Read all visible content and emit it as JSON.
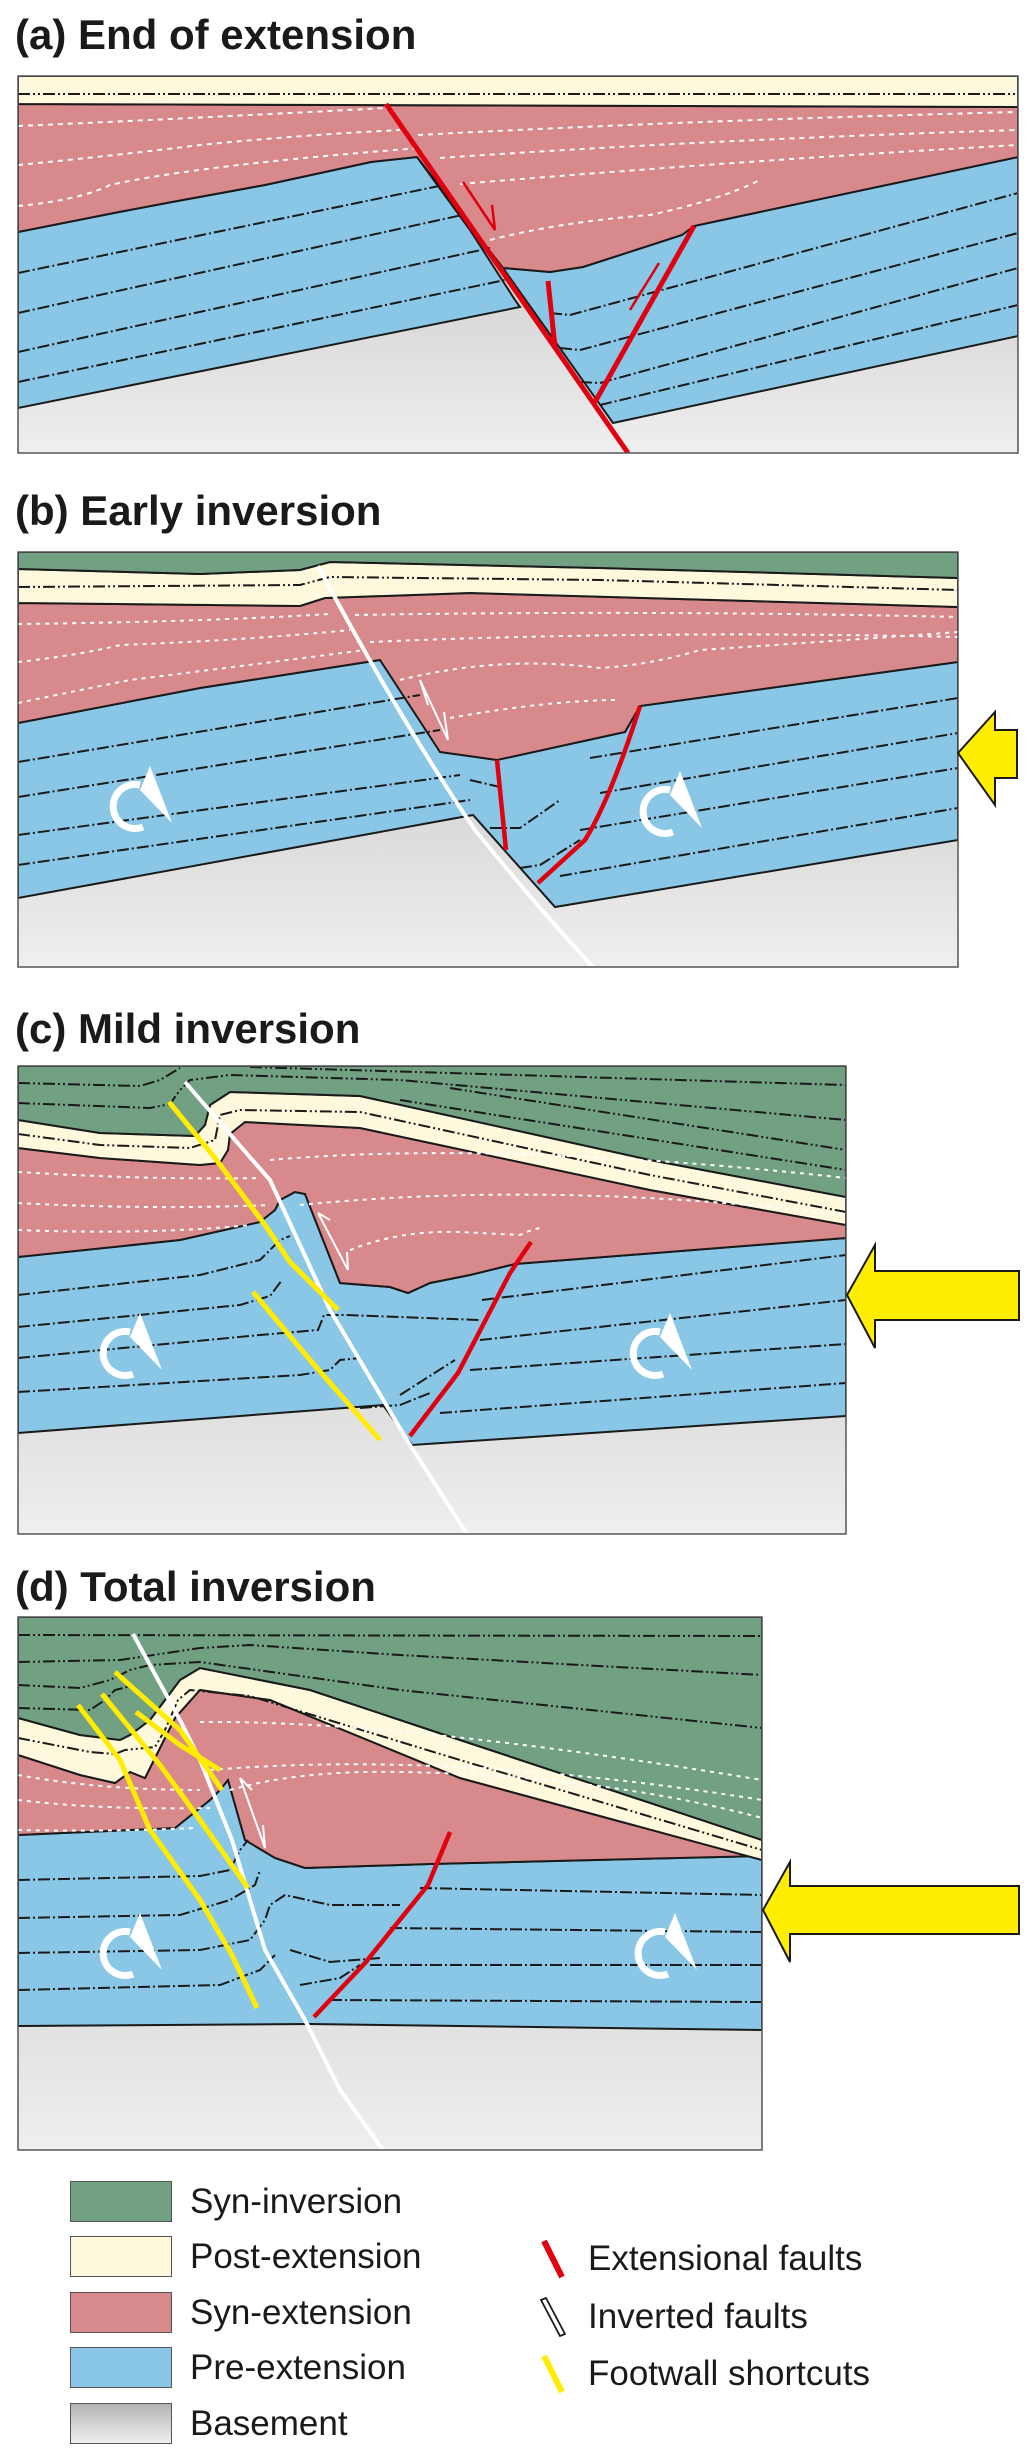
{
  "panels": [
    {
      "id": "a",
      "title": "(a) End of extension",
      "stage": "End of extension",
      "compression_arrow": false
    },
    {
      "id": "b",
      "title": "(b) Early inversion",
      "stage": "Early inversion",
      "compression_arrow": true
    },
    {
      "id": "c",
      "title": "(c) Mild inversion",
      "stage": "Mild inversion",
      "compression_arrow": true
    },
    {
      "id": "d",
      "title": "(d) Total inversion",
      "stage": "Total inversion",
      "compression_arrow": true
    }
  ],
  "legend": {
    "units": [
      {
        "label": "Syn-inversion",
        "color": "#72a083"
      },
      {
        "label": "Post-extension",
        "color": "#fef9dd"
      },
      {
        "label": "Syn-extension",
        "color": "#d8898b"
      },
      {
        "label": "Pre-extension",
        "color": "#8ac7e6"
      },
      {
        "label": "Basement",
        "color": "#c8c8c8"
      }
    ],
    "faults": [
      {
        "label": "Extensional faults",
        "color": "#e0000f",
        "icon": "red-fault-line-icon"
      },
      {
        "label": "Inverted faults",
        "color": "#ffffff",
        "icon": "white-outlined-fault-line-icon"
      },
      {
        "label": "Footwall shortcuts",
        "color": "#ffec00",
        "icon": "yellow-fault-line-icon"
      }
    ]
  },
  "colors": {
    "compression_arrow": "#ffee00",
    "outline": "#1a1a1a"
  }
}
